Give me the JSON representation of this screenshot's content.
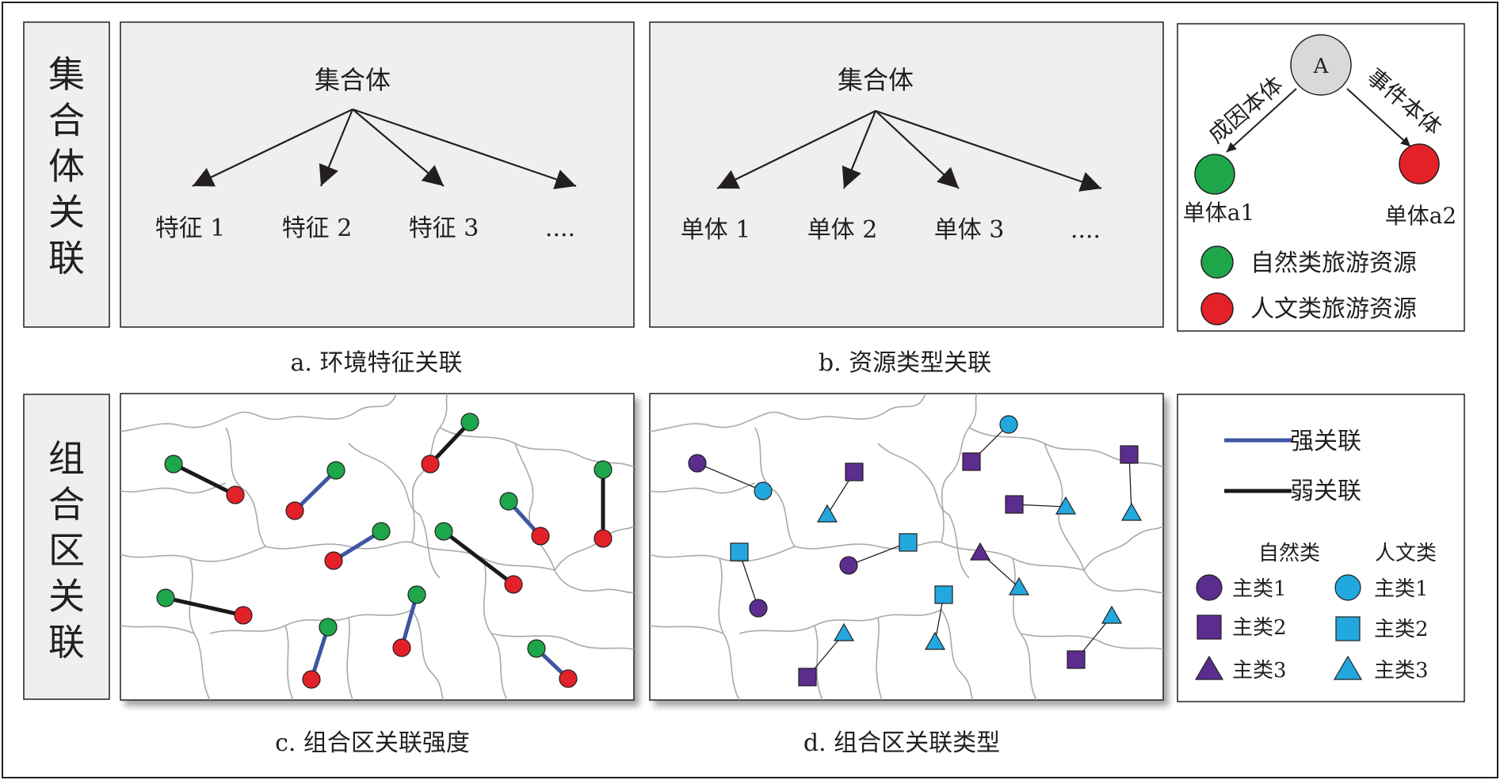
{
  "side_labels": {
    "top": [
      "集",
      "合",
      "体",
      "关",
      "联"
    ],
    "bottom": [
      "组",
      "合",
      "区",
      "关",
      "联"
    ]
  },
  "panel_a": {
    "root": "集合体",
    "children": [
      "特征 1",
      "特征 2",
      "特征 3",
      "...."
    ],
    "caption": "a. 环境特征关联"
  },
  "panel_b": {
    "root": "集合体",
    "children": [
      "单体 1",
      "单体 2",
      "单体 3",
      "...."
    ],
    "caption": "b. 资源类型关联"
  },
  "legend_top": {
    "node_label": "A",
    "edge_left": "成因本体",
    "edge_right": "事件本体",
    "left_node": "单体a1",
    "right_node": "单体a2",
    "items": [
      {
        "label": "自然类旅游资源",
        "color": "#1ea64b"
      },
      {
        "label": "人文类旅游资源",
        "color": "#e32128"
      }
    ]
  },
  "panel_c": {
    "caption": "c. 组合区关联强度",
    "strong_color": "#3f55a3",
    "weak_color": "#1a1a1a",
    "natural_color": "#1ea64b",
    "cultural_color": "#e32128"
  },
  "panel_d": {
    "caption": "d. 组合区关联类型",
    "natural_color": "#5b2d8e",
    "cultural_color": "#22a8de"
  },
  "legend_bottom": {
    "strong_label": "强关联",
    "weak_label": "弱关联",
    "natural_header": "自然类",
    "cultural_header": "人文类",
    "natural_items": [
      "主类1",
      "主类2",
      "主类3"
    ],
    "cultural_items": [
      "主类1",
      "主类2",
      "主类3"
    ]
  }
}
